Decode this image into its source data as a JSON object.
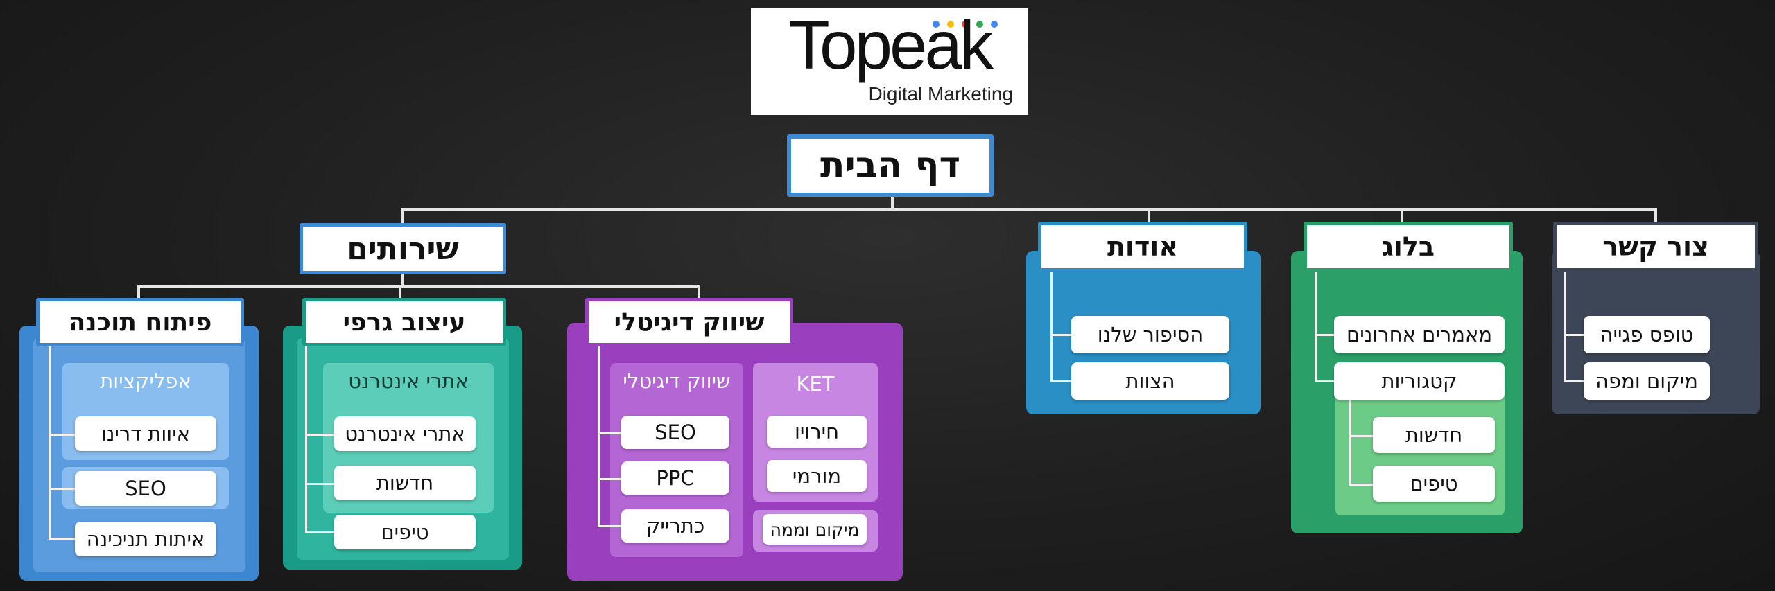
{
  "logo": {
    "word": "Topeak",
    "tagline": "Digital Marketing",
    "dot_colors": [
      "#4285F4",
      "#FBBC05",
      "#EA4335",
      "#34A853",
      "#4285F4"
    ]
  },
  "colors": {
    "blue": "#3d86d0",
    "teal": "#1a9b88",
    "purple": "#9a3fbe",
    "about": "#2a8fc4",
    "blog": "#2aa068",
    "contact": "#3d4656"
  },
  "root": {
    "label": "דף הבית"
  },
  "services": {
    "label": "שירותים",
    "software": {
      "label": "פיתוח תוכנה",
      "apps_label": "אפליקציות",
      "items": [
        "איוות דרינו",
        "SEO",
        "איתות תניכינה"
      ]
    },
    "graphic": {
      "label": "עיצוב גרפי",
      "web_label": "אתרי אינטרנט",
      "items": [
        "אתרי אינטרנט",
        "חדשות",
        "טיפים"
      ]
    },
    "digital": {
      "label": "שיווק דיגיטלי",
      "sub_label": "שיווק דיגיטלי",
      "items": [
        "SEO",
        "PPC",
        "כתרייק"
      ],
      "ket_label": "KET",
      "ket_items": [
        "חירויו",
        "מורמי"
      ],
      "extra": "מיקום וממה"
    }
  },
  "about": {
    "label": "אודות",
    "items": [
      "הסיפור שלנו",
      "הצוות"
    ]
  },
  "blog": {
    "label": "בלוג",
    "items": [
      "מאמרים אחרונים",
      "קטגוריות"
    ],
    "cat_items": [
      "חדשות",
      "טיפים"
    ]
  },
  "contact": {
    "label": "צור קשר",
    "items": [
      "טופס פגייה",
      "מיקום ומפה"
    ]
  }
}
